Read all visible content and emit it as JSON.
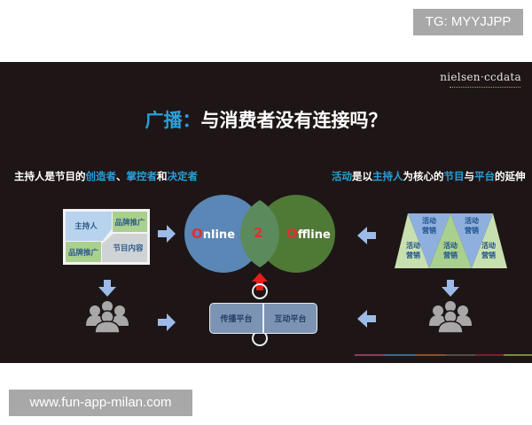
{
  "overlay": {
    "tg_badge": "TG: MYYJJPP",
    "url_badge": "www.fun-app-milan.com"
  },
  "slide": {
    "logo": "nielsen·ccdata",
    "title": {
      "highlight": "广播：",
      "rest": "与消费者没有连接吗？"
    },
    "left_caption": {
      "part1": "主持人是节目的",
      "hl1": "创造者",
      "sep": "、",
      "hl2": "掌控者",
      "and": "和",
      "hl3": "决定者"
    },
    "right_caption": {
      "hl1": "活动",
      "p1": "是以",
      "hl2": "主持人",
      "p2": "为核心的",
      "hl3": "节目",
      "p3": "与",
      "hl4": "平台",
      "p4": "的延伸"
    },
    "left_box": {
      "host": "主持人",
      "brand_top": "品牌推广",
      "brand_bottom": "品牌推广",
      "content": "节目内容"
    },
    "venn": {
      "online_o": "O",
      "online_rest": "nline",
      "middle": "2",
      "offline_o": "O",
      "offline_rest": "ffline"
    },
    "platforms": {
      "left": "传播平台",
      "right": "互动平台"
    },
    "triangles": [
      "活动营销",
      "活动营销",
      "活动营销",
      "活动营销",
      "活动营销"
    ],
    "tri_lines": {
      "a": "活动",
      "b": "营销"
    },
    "colors": {
      "background": "#1e1616",
      "accent_blue": "#2a9fd8",
      "online_circle": "#5a87b5",
      "offline_circle": "#4f7a35",
      "red": "#e03030",
      "arrow_blue": "#9dbbe8",
      "people_gray": "#a8a8a8"
    }
  }
}
